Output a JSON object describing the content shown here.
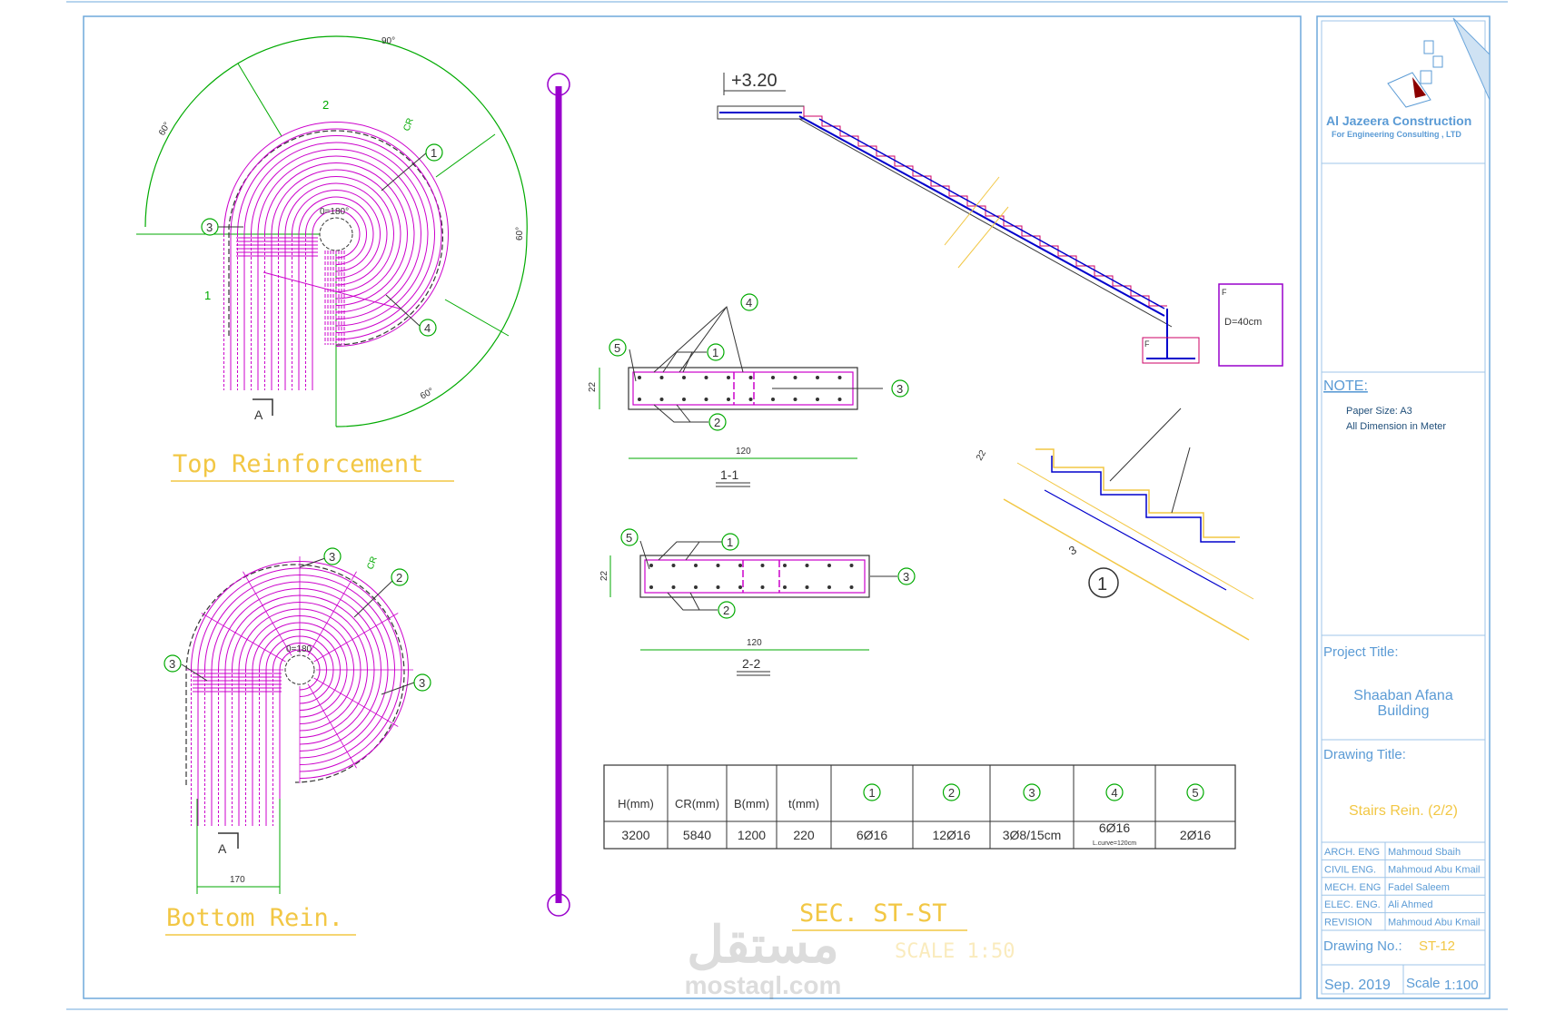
{
  "plan_top": {
    "title": "Top Reinforcement",
    "angle_top": "90°",
    "angle_left": "60°",
    "angle_right": "60°",
    "angle_bottom": "60°",
    "center_label": "0=180°",
    "section_mark_1": "1",
    "section_mark_2": "2",
    "section_mark_a": "A",
    "cr_label": "CR",
    "callouts": [
      "1",
      "3",
      "4"
    ]
  },
  "plan_bottom": {
    "title": "Bottom Rein.",
    "center_label": "0=180",
    "cr_label": "CR",
    "section_mark_a": "A",
    "width_dim": "170",
    "callouts": [
      "3",
      "2",
      "3",
      "3"
    ]
  },
  "section_1_1": {
    "label": "1-1",
    "height_dim": "22",
    "width_dim": "120",
    "callouts": [
      "4",
      "5",
      "1",
      "3",
      "2"
    ]
  },
  "section_2_2": {
    "label": "2-2",
    "height_dim": "22",
    "width_dim": "120",
    "callouts": [
      "5",
      "1",
      "3",
      "2"
    ]
  },
  "section_stair": {
    "level": "+3.20",
    "title": "SEC. ST-ST",
    "scale": "SCALE 1:50",
    "footing_label": "D=40cm",
    "footing_letter": "F",
    "detail_callout": "1",
    "detail_dim_22": "22",
    "detail_dim_3": "3"
  },
  "schedule_table": {
    "headers": [
      "H(mm)",
      "CR(mm)",
      "B(mm)",
      "t(mm)",
      "1",
      "2",
      "3",
      "4",
      "5"
    ],
    "row": [
      "3200",
      "5840",
      "1200",
      "220",
      "6Ø16",
      "12Ø16",
      "3Ø8/15cm",
      "6Ø16",
      "2Ø16"
    ],
    "note_4": "L.curve=120cm"
  },
  "title_block": {
    "company_name": "Al Jazeera Construction",
    "company_sub": "For Engineering Consulting , LTD",
    "note_heading": "NOTE:",
    "notes": [
      "Paper Size: A3",
      "All Dimension in Meter"
    ],
    "project_title_label": "Project Title:",
    "project_title_line1": "Shaaban Afana",
    "project_title_line2": "Building",
    "drawing_title_label": "Drawing Title:",
    "drawing_title": "Stairs Rein. (2/2)",
    "staff": [
      {
        "role": "ARCH. ENG",
        "name": "Mahmoud Sbaih"
      },
      {
        "role": "CIVIL ENG.",
        "name": "Mahmoud Abu Kmail"
      },
      {
        "role": "MECH. ENG",
        "name": "Fadel Saleem"
      },
      {
        "role": "ELEC. ENG.",
        "name": "Ali Ahmed"
      },
      {
        "role": "REVISION",
        "name": "Mahmoud Abu Kmail"
      }
    ],
    "drawing_no_label": "Drawing No.:",
    "drawing_no": "ST-12",
    "date": "Sep. 2019",
    "scale_label": "Scale",
    "scale_value": "1:100"
  },
  "watermark": {
    "arabic": "مستقل",
    "latin": "mostaql.com"
  },
  "colors": {
    "frame": "#6fa8dc",
    "rebar": "#cc00cc",
    "dimension": "#00aa00",
    "callout": "#00aa00",
    "annotation": "#f2c744",
    "section_line": "#9900cc",
    "stair_bar": "#0000cc"
  }
}
